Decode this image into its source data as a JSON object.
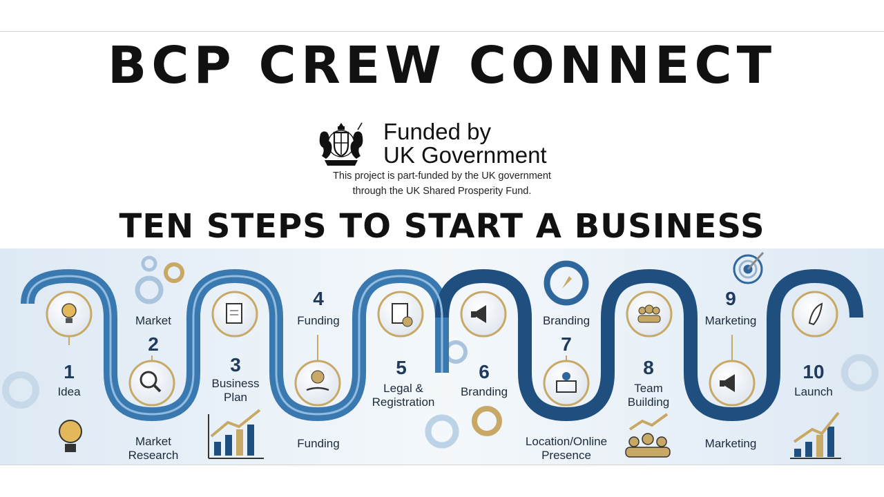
{
  "title": "BCP CREW CONNECT",
  "funding": {
    "line1": "Funded by",
    "line2": "UK Government",
    "note_line1": "This project is part-funded by the UK government",
    "note_line2": "through the UK Shared Prosperity Fund."
  },
  "subtitle": "TEN STEPS TO START A BUSINESS",
  "colors": {
    "path_dark": "#1f4f7f",
    "path_light": "#4f8fc4",
    "gold": "#c8a865",
    "background_band": "#e4eef6"
  },
  "steps": [
    {
      "number": "1",
      "label": "Idea",
      "icon": "lightbulb-icon"
    },
    {
      "number": "2",
      "label": "Market",
      "icon": "magnifier-chart-icon",
      "caption": "Market\nResearch"
    },
    {
      "number": "3",
      "label": "Business\nPlan",
      "icon": "clipboard-pen-icon"
    },
    {
      "number": "4",
      "label": "Funding",
      "icon": "hand-coin-icon",
      "caption": "Funding"
    },
    {
      "number": "5",
      "label": "Legal &\nRegistration",
      "icon": "document-check-icon"
    },
    {
      "number": "6",
      "label": "Branding",
      "icon": "megaphone-icon"
    },
    {
      "number": "7",
      "label": "Branding",
      "icon": "location-laptop-icon",
      "caption": "Location/Online\nPresence"
    },
    {
      "number": "8",
      "label": "Team\nBuilding",
      "icon": "team-icon"
    },
    {
      "number": "9",
      "label": "Marketing",
      "icon": "megaphone-icon",
      "caption": "Marketing"
    },
    {
      "number": "10",
      "label": "Launch",
      "icon": "rocket-icon"
    }
  ]
}
